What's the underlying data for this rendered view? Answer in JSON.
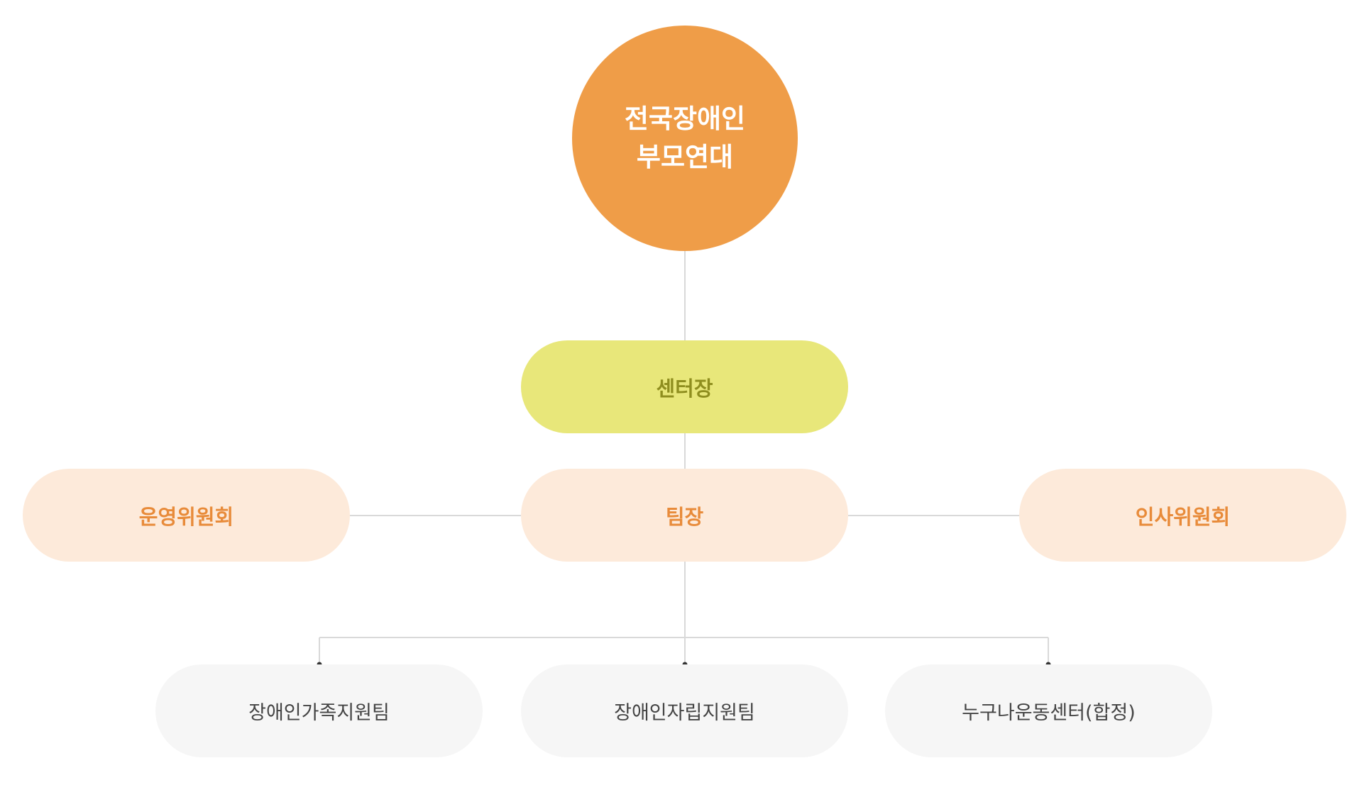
{
  "root": {
    "line1": "전국장애인",
    "line2": "부모연대"
  },
  "director": "센터장",
  "team_lead": "팀장",
  "committees": {
    "left": "운영위원회",
    "right": "인사위원회"
  },
  "teams": [
    "장애인가족지원팀",
    "장애인자립지원팀",
    "누구나운동센터(합정)"
  ],
  "colors": {
    "root": "#ef9d48",
    "director_fill": "#e8e77a",
    "director_text": "#8f8e1f",
    "mid_fill": "#fdeada",
    "mid_text": "#e88b3a",
    "team_fill": "#f6f6f6",
    "team_text": "#444444",
    "connector": "#d9d9d9"
  }
}
